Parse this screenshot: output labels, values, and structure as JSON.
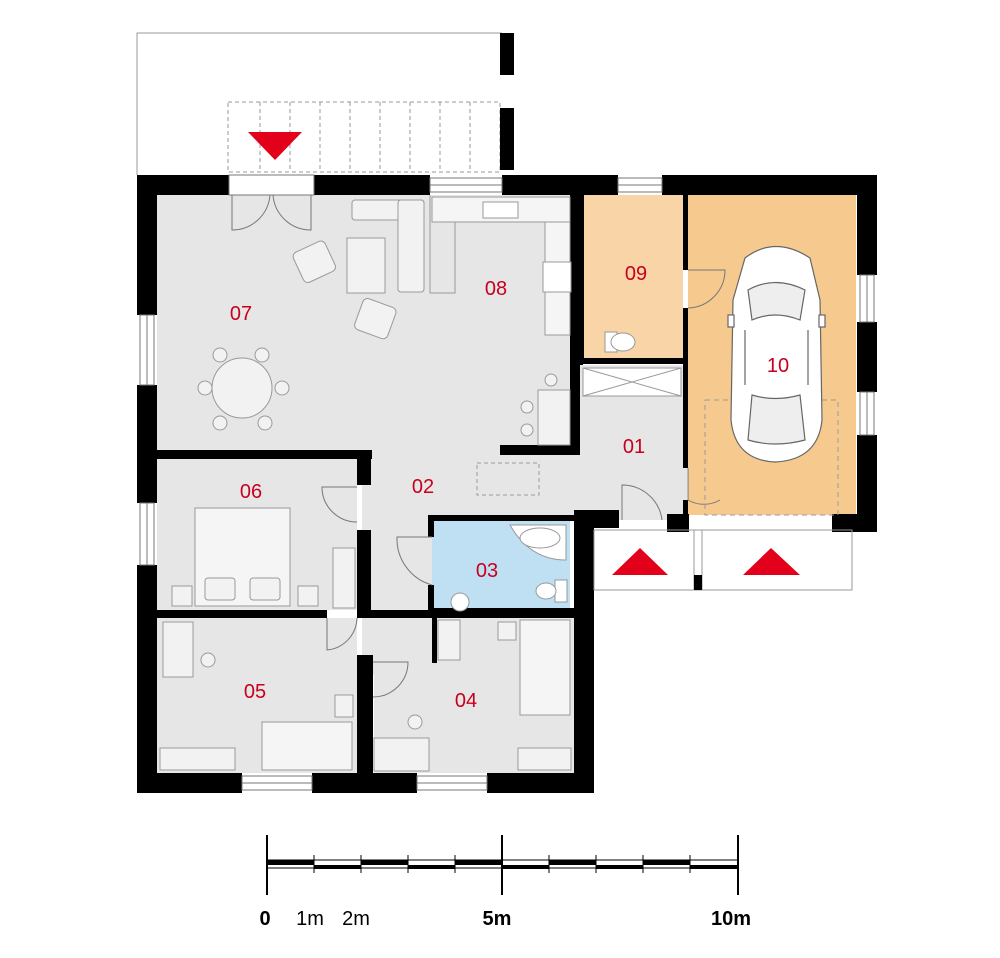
{
  "colors": {
    "wall": "#000000",
    "floor": "#e6e6e6",
    "bathroom": "#bfe0f3",
    "utility": "#f8d4a6",
    "garage": "#f6c98f",
    "label": "#c8001e",
    "arrow": "#e3001b",
    "furniture_line": "#8a8a8a"
  },
  "rooms": [
    {
      "id": "r01",
      "label": "01"
    },
    {
      "id": "r02",
      "label": "02"
    },
    {
      "id": "r03",
      "label": "03"
    },
    {
      "id": "r04",
      "label": "04"
    },
    {
      "id": "r05",
      "label": "05"
    },
    {
      "id": "r06",
      "label": "06"
    },
    {
      "id": "r07",
      "label": "07"
    },
    {
      "id": "r08",
      "label": "08"
    },
    {
      "id": "r09",
      "label": "09"
    },
    {
      "id": "r10",
      "label": "10"
    }
  ],
  "scale": {
    "labels": [
      "0",
      "1m",
      "2m",
      "5m",
      "10m"
    ]
  }
}
